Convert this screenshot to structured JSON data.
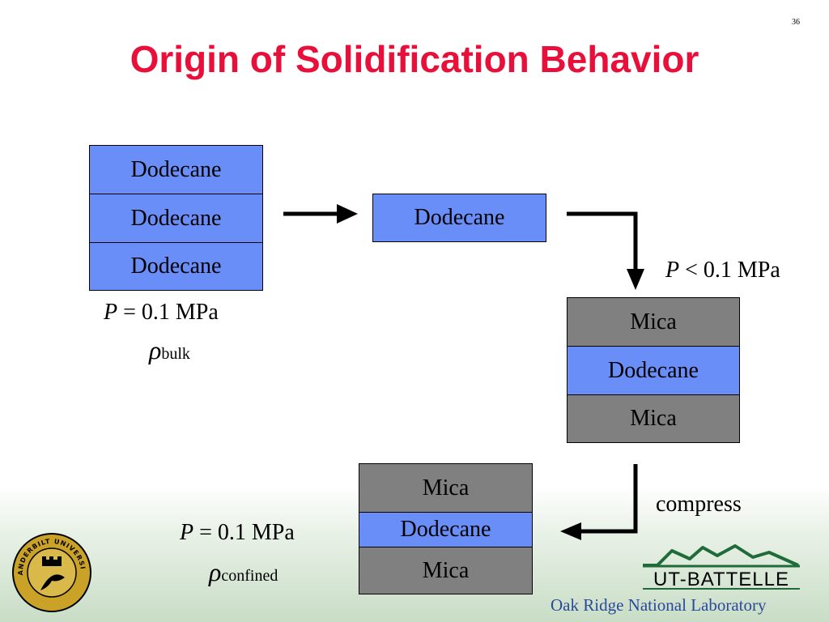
{
  "slide_number": "36",
  "title": "Origin of Solidification Behavior",
  "stack_bulk": [
    "Dodecane",
    "Dodecane",
    "Dodecane"
  ],
  "single_layer": "Dodecane",
  "stack_confined_initial": [
    "Mica",
    "Dodecane",
    "Mica"
  ],
  "stack_confined_final": [
    "Mica",
    "Dodecane",
    "Mica"
  ],
  "labels": {
    "bulk_p_symbol": "P",
    "bulk_p_value": "= 0.1 MPa",
    "rho_symbol": "ρ",
    "rho_bulk_sub": "bulk",
    "low_p_symbol": "P",
    "low_p_value": "< 0.1 MPa",
    "compress": "compress",
    "confined_p_symbol": "P",
    "confined_p_value": "= 0.1 MPa",
    "rho_confined_sub": "confined"
  },
  "logos": {
    "vanderbilt": "VANDERBILT UNIVERSITY",
    "ut_battelle": "UT-BATTELLE",
    "ornl": "Oak Ridge National Laboratory"
  },
  "colors": {
    "title": "#e8103a",
    "dodecane": "#6a8ef7",
    "mica": "#808080",
    "ornl_text": "#2a4a9a"
  }
}
